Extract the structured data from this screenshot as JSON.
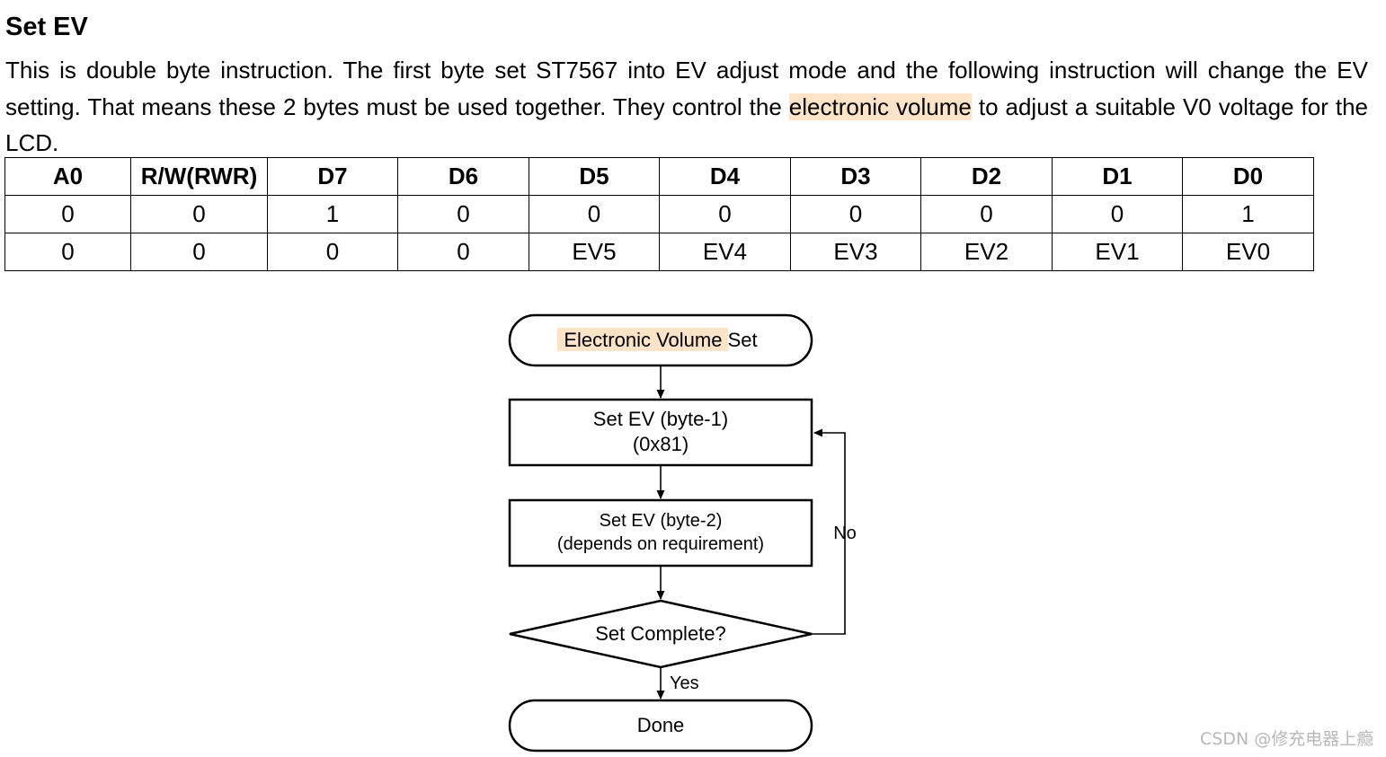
{
  "heading": "Set EV",
  "paragraph": {
    "before": "This is double byte instruction. The first byte set ST7567 into EV adjust mode and the following instruction will change the EV setting. That means these 2 bytes must be used together. They control the ",
    "highlight": "electronic volume",
    "after": " to adjust a suitable V0 voltage for the LCD."
  },
  "table": {
    "headers": [
      "A0",
      "R/W(RWR)",
      "D7",
      "D6",
      "D5",
      "D4",
      "D3",
      "D2",
      "D1",
      "D0"
    ],
    "rows": [
      [
        "0",
        "0",
        "1",
        "0",
        "0",
        "0",
        "0",
        "0",
        "0",
        "1"
      ],
      [
        "0",
        "0",
        "0",
        "0",
        "EV5",
        "EV4",
        "EV3",
        "EV2",
        "EV1",
        "EV0"
      ]
    ]
  },
  "flowchart": {
    "start": {
      "highlight": "Electronic Volume",
      "rest": " Set"
    },
    "step1": {
      "line1": "Set EV (byte-1)",
      "line2": "(0x81)"
    },
    "step2": {
      "line1": "Set EV (byte-2)",
      "line2": "(depends on requirement)"
    },
    "decision": "Set Complete?",
    "yes_label": "Yes",
    "no_label": "No",
    "end": "Done"
  },
  "watermark": "CSDN @修充电器上瘾",
  "colors": {
    "highlight": "#fde3c8",
    "watermark": "#b8b8b8"
  }
}
